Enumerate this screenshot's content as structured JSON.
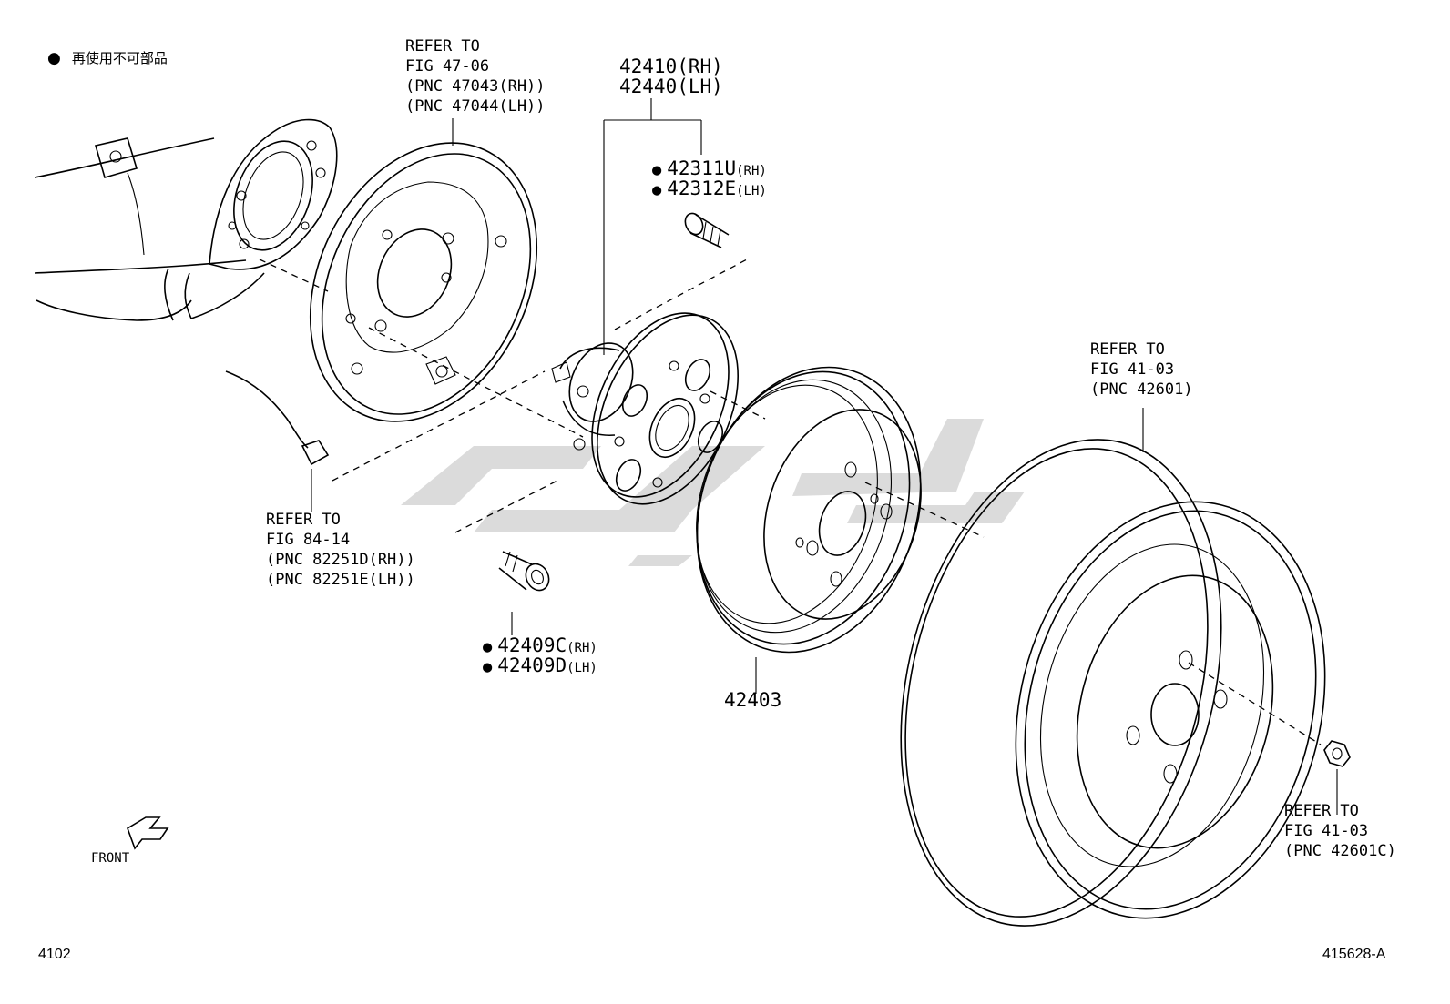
{
  "legend": {
    "text": "再使用不可部品"
  },
  "labels": {
    "backing_plate": [
      "REFER TO",
      "FIG 47-06",
      "(PNC 47043(RH))",
      "(PNC 47044(LH))"
    ],
    "hub_rh": "42410(RH)",
    "hub_lh": "42440(LH)",
    "bolt_rh": "42311U",
    "bolt_rh_side": "(RH)",
    "bolt_lh": "42312E",
    "bolt_lh_side": "(LH)",
    "sensor": [
      "REFER TO",
      "FIG 84-14",
      "(PNC 82251D(RH))",
      "(PNC 82251E(LH))"
    ],
    "hub_bolt_rh": "42409C",
    "hub_bolt_rh_side": "(RH)",
    "hub_bolt_lh": "42409D",
    "hub_bolt_lh_side": "(LH)",
    "drum": "42403",
    "wheel": [
      "REFER TO",
      "FIG 41-03",
      "(PNC 42601)"
    ],
    "nut": [
      "REFER TO",
      "FIG 41-03",
      "(PNC 42601C)"
    ],
    "front": "FRONT"
  },
  "footer": {
    "left": "4102",
    "right": "415628-A"
  }
}
